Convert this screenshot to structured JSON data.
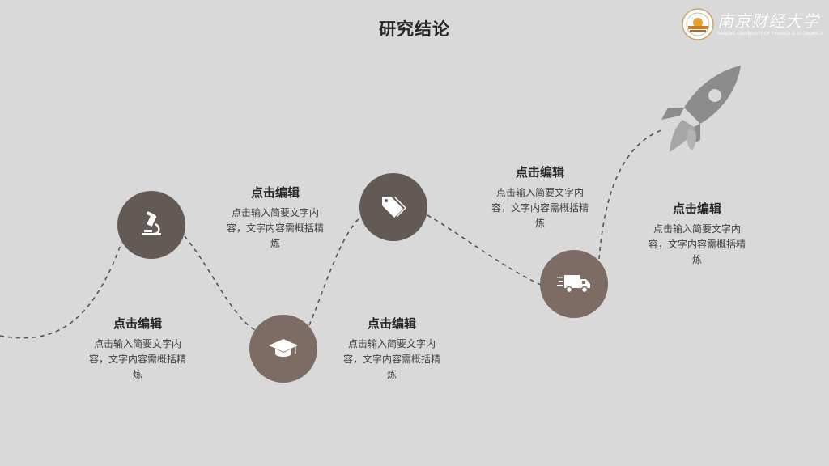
{
  "title": "研究结论",
  "logo": {
    "name": "南京财经大学",
    "subtitle": "NANJING UNIVERSITY OF FINANCE & ECONOMICS"
  },
  "steps": [
    {
      "heading": "点击编辑",
      "text": "点击输入简要文字内容，文字内容需概括精炼",
      "icon": "microscope-icon"
    },
    {
      "heading": "点击编辑",
      "text": "点击输入简要文字内容，文字内容需概括精炼",
      "icon": "graduation-cap-icon"
    },
    {
      "heading": "点击编辑",
      "text": "点击输入简要文字内容，文字内容需概括精炼",
      "icon": "tags-icon"
    },
    {
      "heading": "点击编辑",
      "text": "点击输入简要文字内容，文字内容需概括精炼",
      "icon": "delivery-truck-icon"
    },
    {
      "heading": "点击编辑",
      "text": "点击输入简要文字内容，文字内容需概括精炼",
      "icon": "rocket-icon"
    }
  ],
  "colors": {
    "background": "#d9d9d9",
    "circle_dark": "#645a55",
    "circle_light": "#7d6c64",
    "rocket": "#8c8c8c"
  }
}
